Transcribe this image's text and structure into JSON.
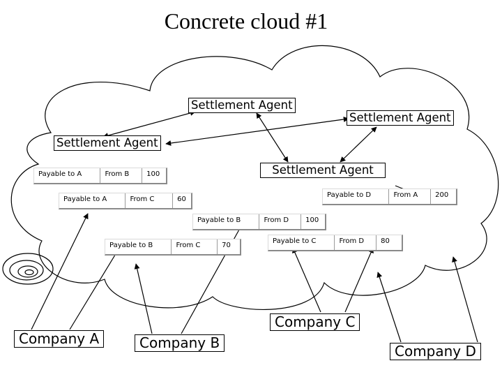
{
  "title": "Concrete cloud #1",
  "settlement_agents": [
    "Settlement Agent",
    "Settlement Agent",
    "Settlement Agent",
    "Settlement Agent"
  ],
  "ledger_entries": [
    {
      "payable": "Payable to A",
      "source": "From B",
      "amount": "100"
    },
    {
      "payable": "Payable to A",
      "source": "From C",
      "amount": "60"
    },
    {
      "payable": "Payable to D",
      "source": "From A",
      "amount": "200"
    },
    {
      "payable": "Payable to B",
      "source": "From D",
      "amount": "100"
    },
    {
      "payable": "Payable to B",
      "source": "From C",
      "amount": "70"
    },
    {
      "payable": "Payable to C",
      "source": "From D",
      "amount": "80"
    }
  ],
  "companies": [
    "Company A",
    "Company B",
    "Company C",
    "Company D"
  ]
}
